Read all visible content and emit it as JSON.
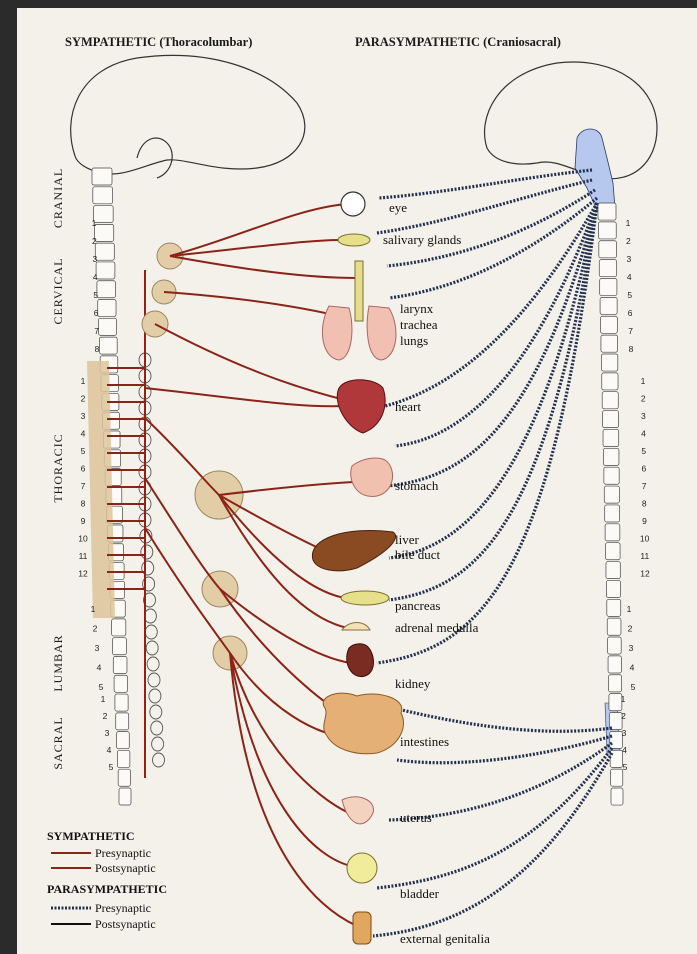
{
  "headers": {
    "sympathetic": "SYMPATHETIC (Thoracolumbar)",
    "parasympathetic": "PARASYMPATHETIC (Craniosacral)"
  },
  "regions": [
    "CRANIAL",
    "CERVICAL",
    "THORACIC",
    "LUMBAR",
    "SACRAL"
  ],
  "vertebrae": {
    "cervical": [
      "1",
      "2",
      "3",
      "4",
      "5",
      "6",
      "7",
      "8"
    ],
    "thoracic": [
      "1",
      "2",
      "3",
      "4",
      "5",
      "6",
      "7",
      "8",
      "9",
      "10",
      "11",
      "12"
    ],
    "lumbar": [
      "1",
      "2",
      "3",
      "4",
      "5"
    ],
    "sacral": [
      "1",
      "2",
      "3",
      "4",
      "5"
    ]
  },
  "organs": [
    {
      "id": "eye",
      "label": "eye"
    },
    {
      "id": "salivary",
      "label": "salivary glands"
    },
    {
      "id": "larynx",
      "label": "larynx"
    },
    {
      "id": "trachea",
      "label": "trachea"
    },
    {
      "id": "lungs",
      "label": "lungs"
    },
    {
      "id": "heart",
      "label": "heart"
    },
    {
      "id": "stomach",
      "label": "stomach"
    },
    {
      "id": "liver",
      "label": "liver"
    },
    {
      "id": "bile",
      "label": "bile duct"
    },
    {
      "id": "pancreas",
      "label": "pancreas"
    },
    {
      "id": "adrenal",
      "label": "adrenal medulla"
    },
    {
      "id": "kidney",
      "label": "kidney"
    },
    {
      "id": "intestines",
      "label": "intestines"
    },
    {
      "id": "uterus",
      "label": "uterus"
    },
    {
      "id": "bladder",
      "label": "bladder"
    },
    {
      "id": "genitalia",
      "label": "external genitalia"
    }
  ],
  "legend": {
    "sympathetic": "SYMPATHETIC",
    "sym_pre": "Presynaptic",
    "sym_post": "Postsynaptic",
    "parasympathetic": "PARASYMPATHETIC",
    "para_pre": "Presynaptic",
    "para_post": "Postsynaptic"
  },
  "colors": {
    "sympathetic": "#8b2418",
    "parasympathetic": "#23304f",
    "spinal_highlight": "#dcc49a",
    "brainstem_highlight": "#b7c8ee",
    "ganglion": "#e3cda6"
  }
}
